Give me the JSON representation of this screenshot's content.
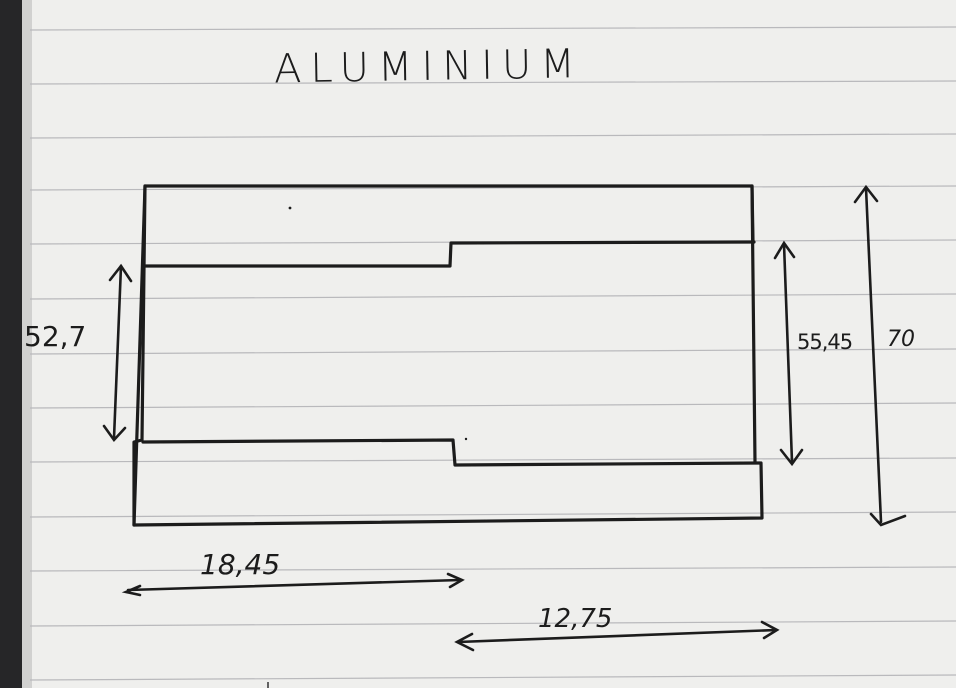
{
  "sheet": {
    "title": "ALUMINIUM",
    "ink_color": "#1c1c1c",
    "paper_color": "#eeeeec",
    "rule_color": "#b9b9bc"
  },
  "dimensions": {
    "left_height": "52,7",
    "right_inner_height": "55,45",
    "right_outer_height": "70",
    "bottom_left_width": "18,45",
    "bottom_right_width": "12,75"
  }
}
